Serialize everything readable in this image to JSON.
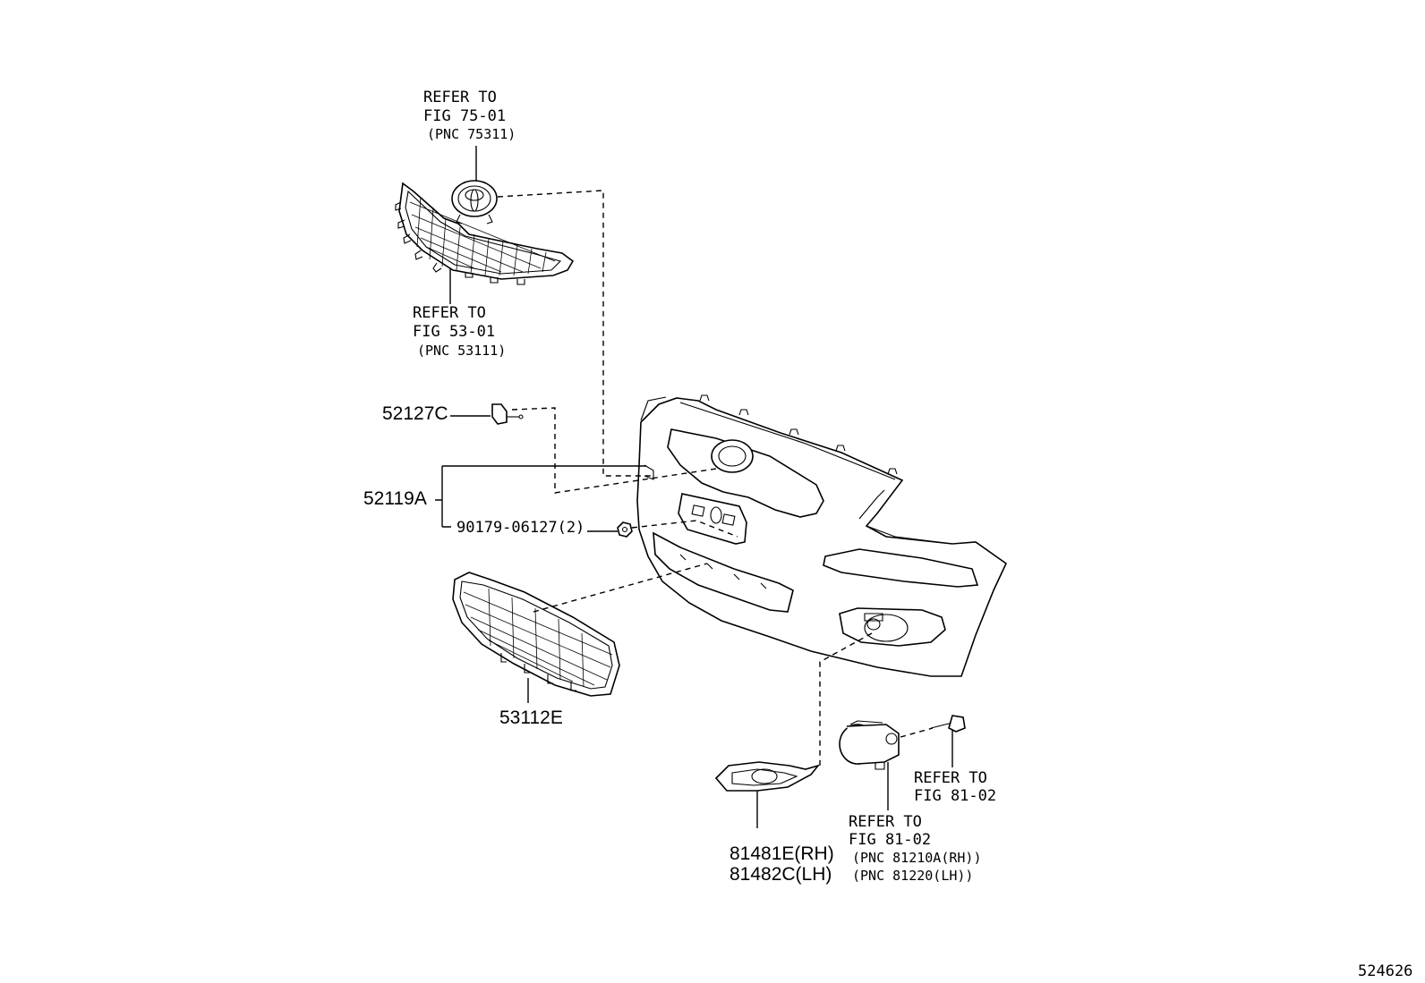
{
  "refs": {
    "emblem": {
      "line1": "REFER TO",
      "line2": "FIG 75-01",
      "pnc": "(PNC 75311)"
    },
    "grille": {
      "line1": "REFER TO",
      "line2": "FIG 53-01",
      "pnc": "(PNC 53111)"
    },
    "bolt": {
      "line1": "REFER TO",
      "line2": "FIG 81-02"
    },
    "foglamp": {
      "line1": "REFER TO",
      "line2": "FIG 81-02",
      "pnc1": "(PNC 81210A(RH))",
      "pnc2": "(PNC 81220(LH))"
    }
  },
  "parts": {
    "p52127c": "52127C",
    "p52119a": "52119A",
    "p90179": "90179-06127(2)",
    "p53112e": "53112E",
    "p81481e": "81481E(RH)",
    "p81482c": "81482C(LH)"
  },
  "illustration_id": "524626"
}
